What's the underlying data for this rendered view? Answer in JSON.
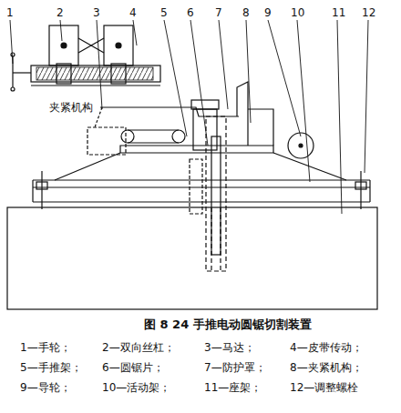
{
  "diagram": {
    "caption": "图 8 24  手推电动圆锯切割装置",
    "labels": [
      "1",
      "2",
      "3",
      "4",
      "5",
      "6",
      "7",
      "8",
      "9",
      "10",
      "11",
      "12",
      "夹紧机构",
      "1—手轮；",
      "2—双向丝杠；",
      "3—马达；",
      "4—皮带传动；",
      "5—手推架；",
      "6—圆锯片；",
      "7—防护罩；",
      "8—夹紧机构；",
      "9—导轮；",
      "10—活动架；",
      "11—座架；",
      "12—调整螺栓"
    ]
  }
}
